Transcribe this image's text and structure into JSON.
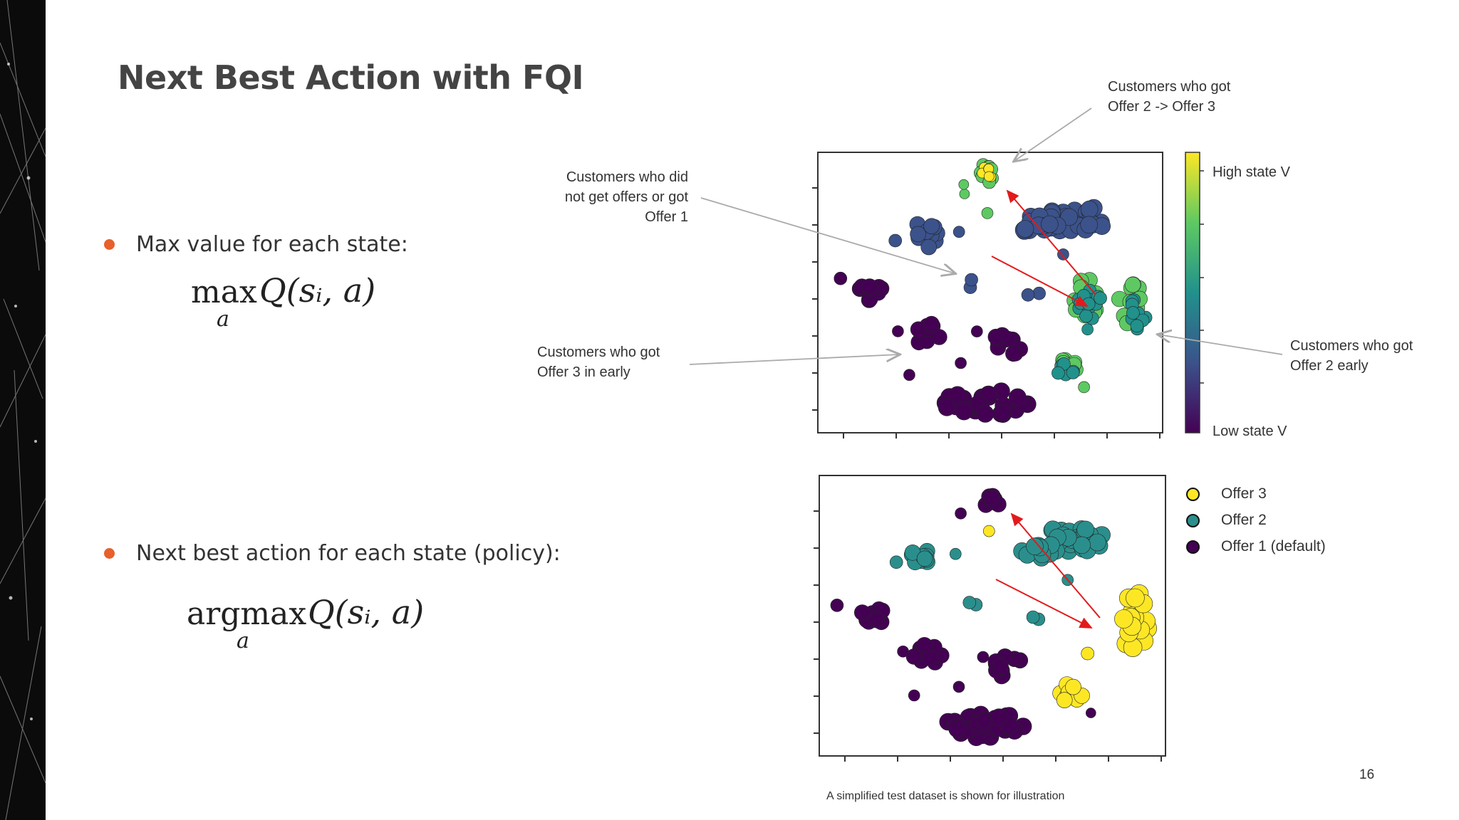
{
  "slide": {
    "title": "Next Best Action with FQI",
    "page_number": "16",
    "caption": "A simplified test dataset is shown for illustration"
  },
  "bullets": [
    {
      "text": "Max value for each state:"
    },
    {
      "text": "Next best action for each state (policy):"
    }
  ],
  "formulas": [
    {
      "operator": "max",
      "subscript": "a",
      "expression": "Q(sᵢ,  a)"
    },
    {
      "operator": "argmax",
      "subscript": "a",
      "expression": "Q(sᵢ,  a)"
    }
  ],
  "annotations": {
    "no_offer": [
      "Customers who did",
      "not get offers or got",
      "Offer 1"
    ],
    "offer3_early": [
      "Customers who got",
      "Offer 3 in early"
    ],
    "offer2_to_3": [
      "Customers who got",
      "Offer 2 -> Offer 3"
    ],
    "offer2_early": [
      "Customers who got",
      "Offer 2 early"
    ]
  },
  "colorbar": {
    "high_label": "High state V",
    "low_label": "Low state V",
    "colors": [
      "#fde725",
      "#5ec962",
      "#21918c",
      "#3b528b",
      "#440154"
    ]
  },
  "legend": [
    {
      "label": "Offer 3",
      "color": "#fde725"
    },
    {
      "label": "Offer 2",
      "color": "#2a8f8c"
    },
    {
      "label": "Offer 1 (default)",
      "color": "#440154"
    }
  ],
  "colors": {
    "accent_bullet": "#e8602c",
    "arrow_red": "#e31a1c",
    "arrow_gray": "#aaaaaa"
  }
}
